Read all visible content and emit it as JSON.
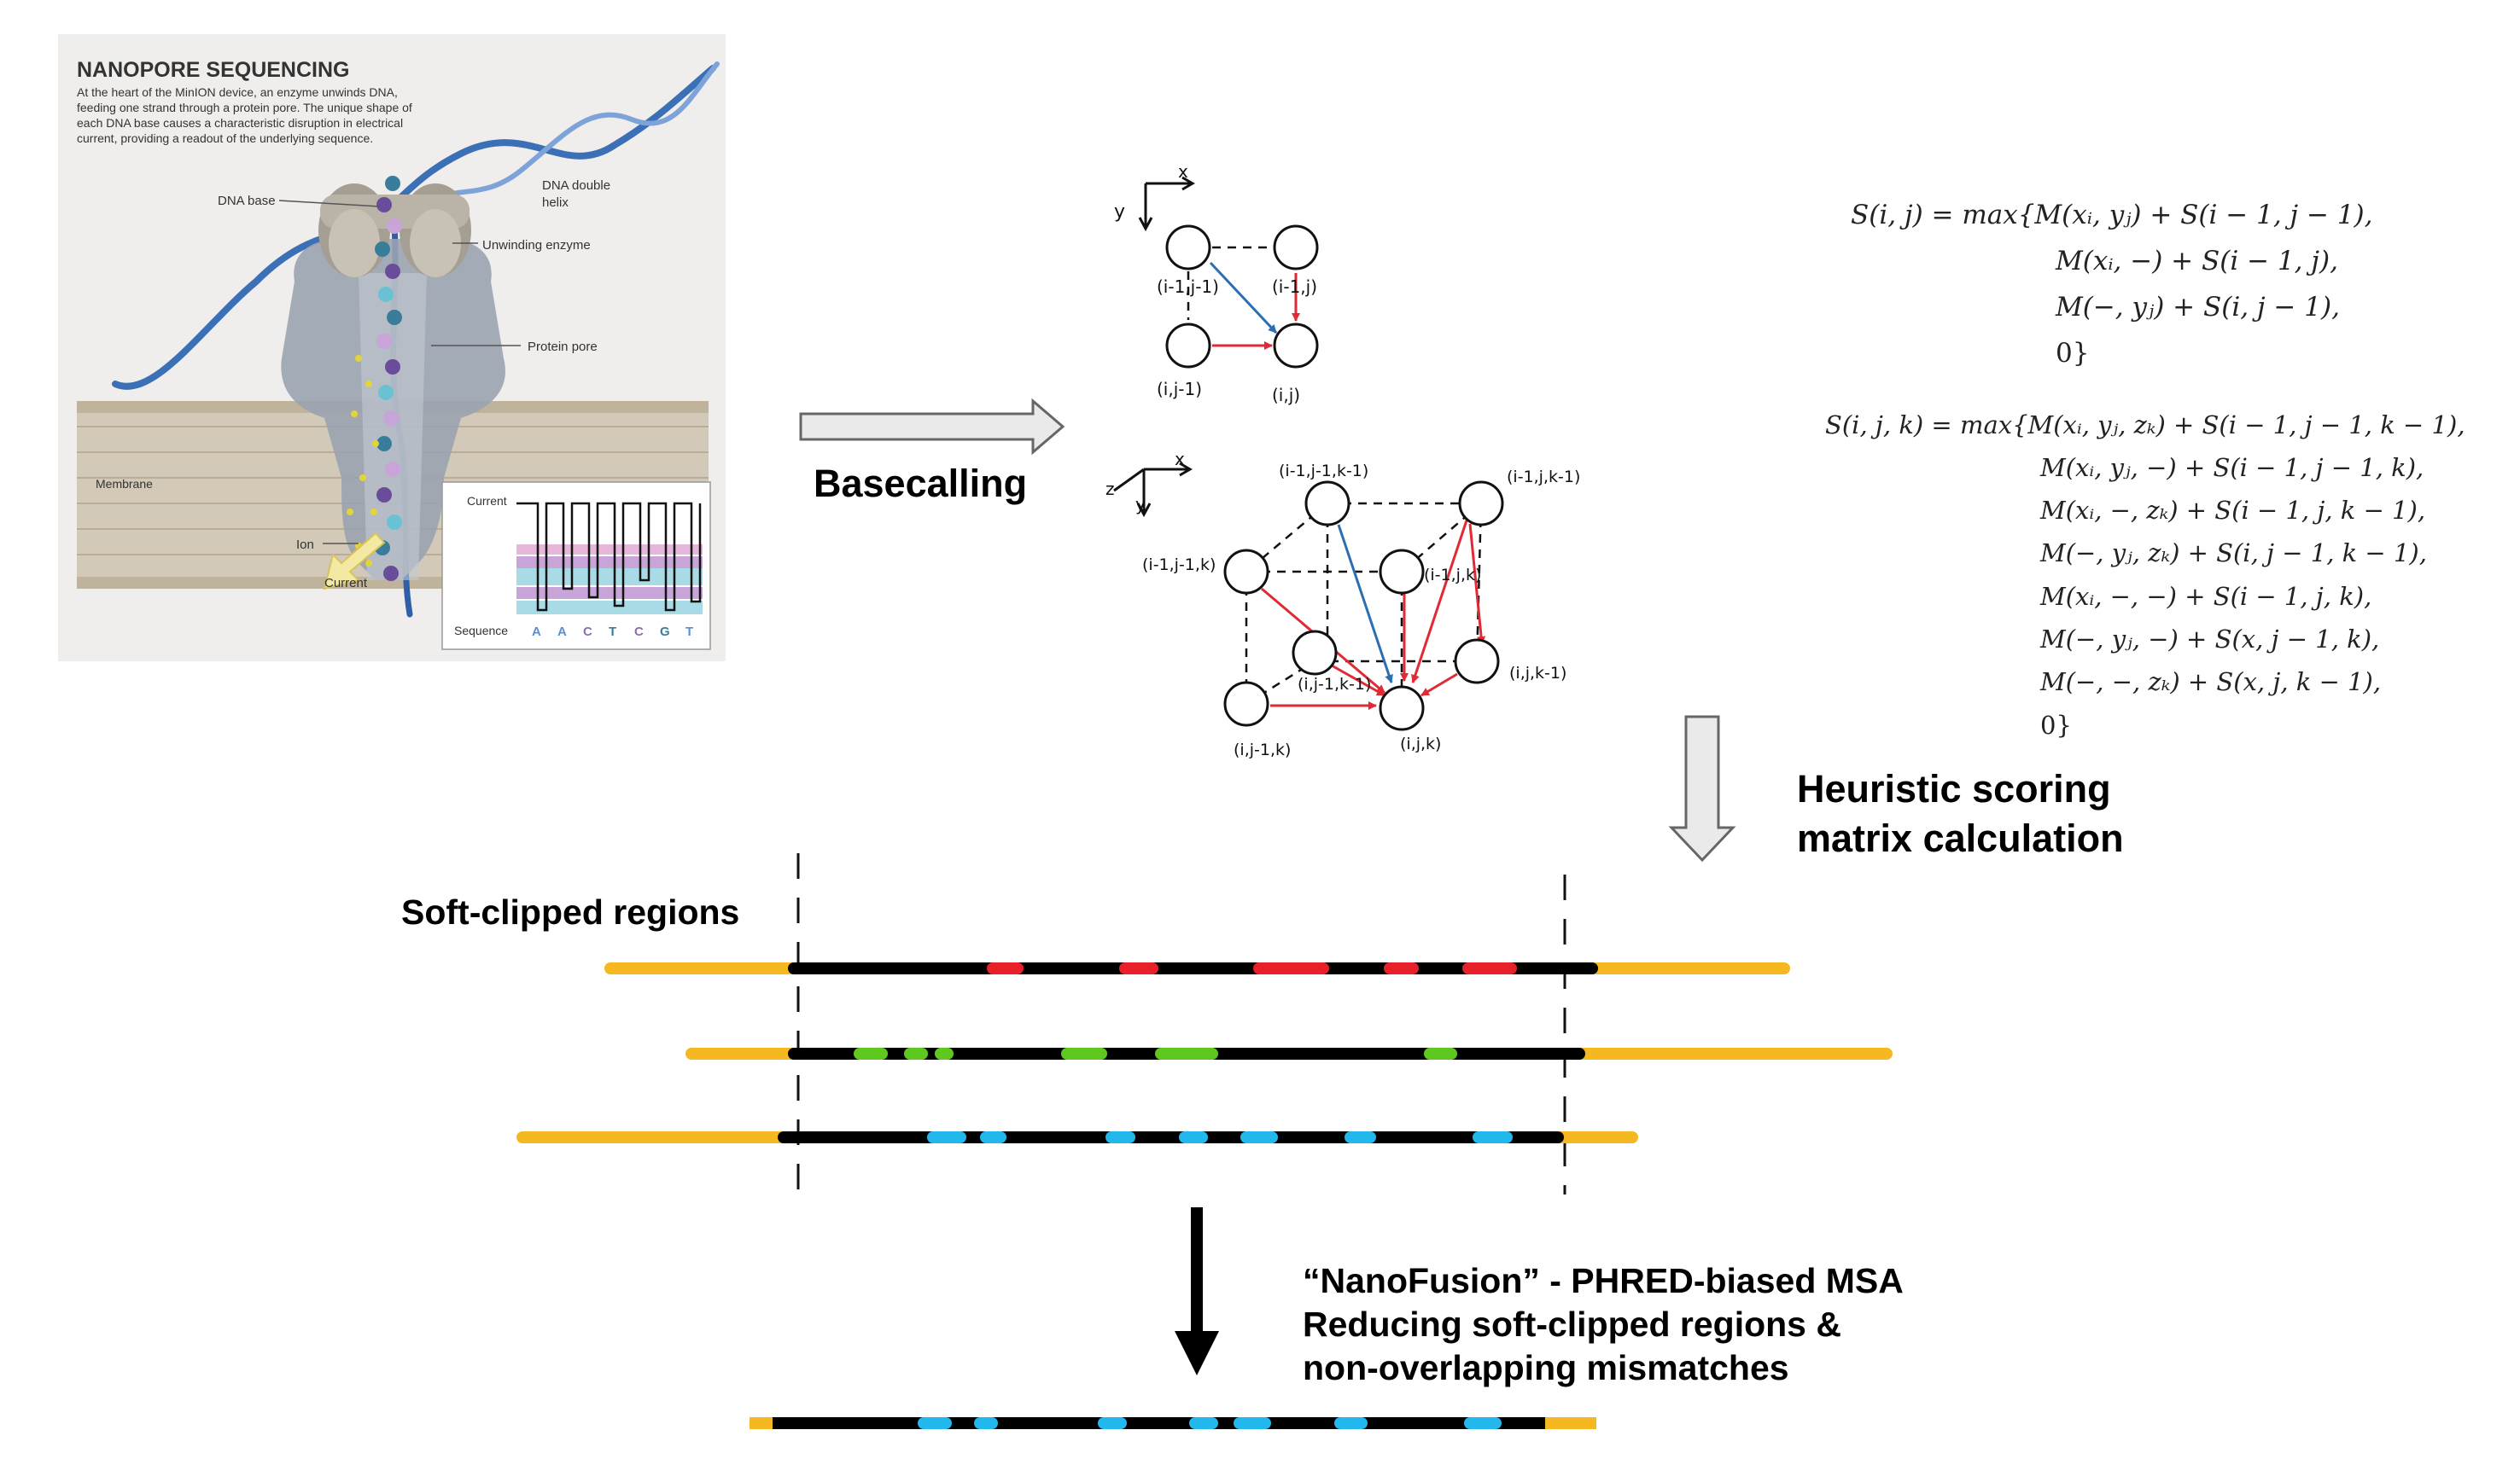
{
  "nanopore_panel": {
    "title": "NANOPORE SEQUENCING",
    "description": [
      "At the heart of the MinION device, an enzyme unwinds DNA,",
      "feeding one strand through a protein pore. The unique shape of",
      "each DNA base causes a characteristic disruption in electrical",
      "current, providing a readout of the underlying sequence."
    ],
    "labels": {
      "dna_base": "DNA base",
      "dna_double_helix_1": "DNA double",
      "dna_double_helix_2": "helix",
      "unwinding_enzyme": "Unwinding enzyme",
      "protein_pore": "Protein pore",
      "membrane": "Membrane",
      "ion": "Ion",
      "current": "Current",
      "inset_current": "Current",
      "sequence": "Sequence"
    },
    "sequence_letters": [
      "A",
      "A",
      "C",
      "T",
      "C",
      "G",
      "T"
    ],
    "colors": {
      "panel_bg": "#efeeec",
      "dna_blue": "#3b6fb6",
      "protein_grey": "#9aa3b0",
      "membrane": "#c8bfae",
      "pink_band": "#e6b7d8",
      "cyan_band": "#a8dbe6",
      "purple_band": "#c8a4d8"
    }
  },
  "steps": {
    "basecalling": "Basecalling",
    "heuristic_line1": "Heuristic scoring",
    "heuristic_line2": "matrix calculation",
    "soft_clipped": "Soft-clipped regions",
    "nanofusion_line1": "“NanoFusion” - PHRED-biased MSA",
    "nanofusion_line2": "Reducing soft-clipped regions &",
    "nanofusion_line3": "non-overlapping mismatches"
  },
  "grid_2d": {
    "axis_x": "x",
    "axis_y": "y",
    "nodes": [
      "(i-1,j-1)",
      "(i-1,j)",
      "(i,j-1)",
      "(i,j)"
    ]
  },
  "grid_3d": {
    "axis_x": "x",
    "axis_y": "y",
    "axis_z": "z",
    "nodes": [
      "(i-1,j-1,k-1)",
      "(i-1,j,k-1)",
      "(i-1,j-1,k)",
      "(i-1,j,k)",
      "(i,j-1,k-1)",
      "(i,j,k-1)",
      "(i,j-1,k)",
      "(i,j,k)"
    ]
  },
  "equations": {
    "two_d": [
      "S(i, j) = max{M(xᵢ, yⱼ) + S(i − 1, j − 1),",
      "M(xᵢ, −) + S(i − 1, j),",
      "M(−, yⱼ) + S(i, j − 1),",
      "0}"
    ],
    "three_d": [
      "S(i, j, k) = max{M(xᵢ, yⱼ, zₖ) + S(i − 1, j − 1, k − 1),",
      "M(xᵢ, yⱼ, −) + S(i − 1, j − 1, k),",
      "M(xᵢ, −, zₖ) + S(i − 1, j, k − 1),",
      "M(−, yⱼ, zₖ) + S(i, j − 1, k − 1),",
      "M(xᵢ, −, −) + S(i − 1, j, k),",
      "M(−, yⱼ, −) + S(x, j − 1, k),",
      "M(−, −, zₖ) + S(x, j, k − 1),",
      "0}"
    ]
  },
  "reads": {
    "colors": {
      "soft_clip": "#f5b820",
      "read": "#000000",
      "mismatch_red": "#e8202a",
      "mismatch_green": "#5fc81e",
      "mismatch_cyan": "#22b8ee"
    }
  }
}
